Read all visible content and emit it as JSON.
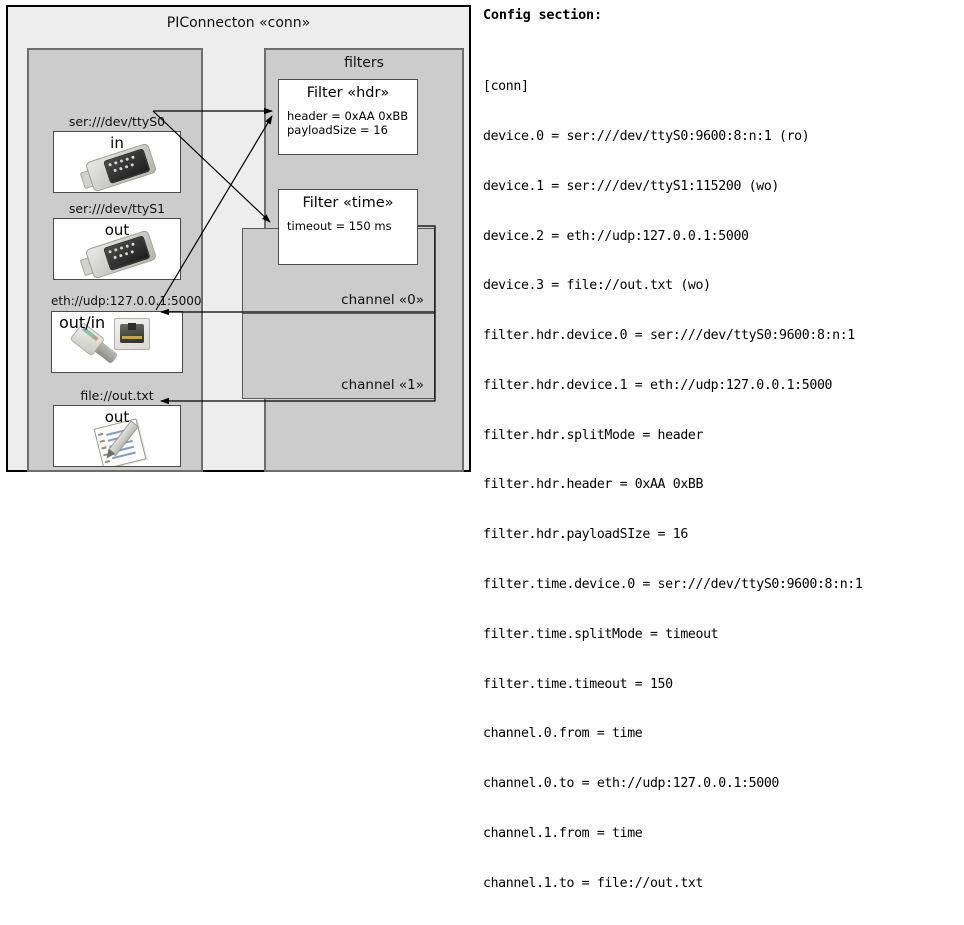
{
  "diagram": {
    "outer": {
      "title": "PIConnecton «conn»"
    },
    "devices_panel": {
      "title": "",
      "items": [
        {
          "caption": "ser:///dev/ttyS0",
          "label": "in",
          "icon": "serial-port-icon"
        },
        {
          "caption": "ser:///dev/ttyS1",
          "label": "out",
          "icon": "serial-port-icon"
        },
        {
          "caption": "eth://udp:127.0.0.1:5000",
          "label": "out/in",
          "icon": "ethernet-jack-icon"
        },
        {
          "caption": "file://out.txt",
          "label": "out",
          "icon": "text-file-icon"
        }
      ]
    },
    "filters_panel": {
      "title": "filters",
      "filters": [
        {
          "title": "Filter «hdr»",
          "attrs": [
            "header = 0xAA 0xBB",
            "payloadSize = 16"
          ]
        },
        {
          "title": "Filter «time»",
          "attrs": [
            "timeout = 150 ms"
          ]
        }
      ]
    },
    "channels": [
      {
        "label": "channel «0»"
      },
      {
        "label": "channel «1»"
      }
    ]
  },
  "config": {
    "heading": "Config section:",
    "lines": [
      "[conn]",
      "device.0 = ser:///dev/ttyS0:9600:8:n:1 (ro)",
      "device.1 = ser:///dev/ttyS1:115200 (wo)",
      "device.2 = eth://udp:127.0.0.1:5000",
      "device.3 = file://out.txt (wo)",
      "filter.hdr.device.0 = ser:///dev/ttyS0:9600:8:n:1",
      "filter.hdr.device.1 = eth://udp:127.0.0.1:5000",
      "filter.hdr.splitMode = header",
      "filter.hdr.header = 0xAA 0xBB",
      "filter.hdr.payloadSIze = 16",
      "filter.time.device.0 = ser:///dev/ttyS0:9600:8:n:1",
      "filter.time.splitMode = timeout",
      "filter.time.timeout = 150",
      "channel.0.from = time",
      "channel.0.to = eth://udp:127.0.0.1:5000",
      "channel.1.from = time",
      "channel.1.to = file://out.txt"
    ]
  },
  "colors": {
    "page_background": "#ffffff",
    "outer_fill": "#ededed",
    "panel_fill": "#cccccc",
    "box_fill": "#ffffff",
    "border_dark": "#000000",
    "border_mid": "#6d6d6d",
    "text": "#000000"
  }
}
